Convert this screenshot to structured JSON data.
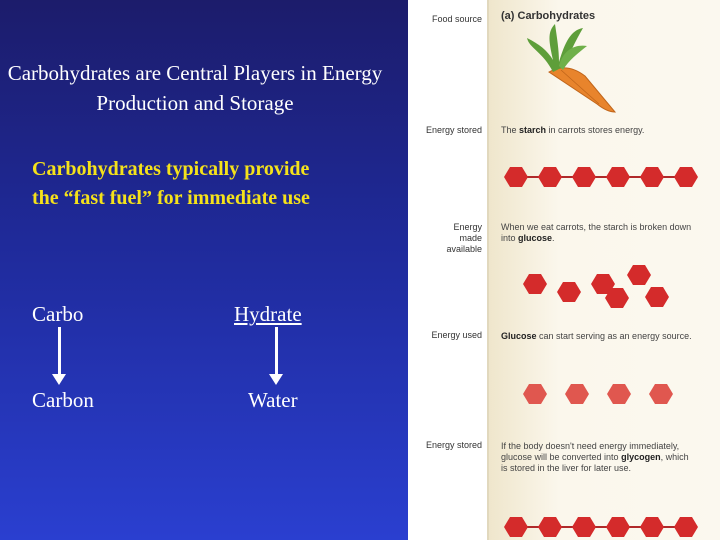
{
  "slide": {
    "title": "Carbohydrates are Central Players in Energy Production and Storage",
    "subtitle": "Carbohydrates typically provide the “fast fuel” for immediate use",
    "word_carbo": "Carbo",
    "word_hydrate": "Hydrate",
    "word_carbon": "Carbon",
    "word_water": "Water"
  },
  "figure": {
    "food_source_label": "Food source",
    "heading": "(a) Carbohydrates",
    "stages": [
      {
        "label": "Energy stored",
        "desc_pre": "The ",
        "desc_bold": "starch",
        "desc_post": " in carrots stores energy.",
        "desc_bold2": "",
        "desc_post2": ""
      },
      {
        "label": "Energy made available",
        "desc_pre": "When we eat carrots, the starch is broken down into ",
        "desc_bold": "glucose",
        "desc_post": ".",
        "desc_bold2": "",
        "desc_post2": ""
      },
      {
        "label": "Energy used",
        "desc_pre": "",
        "desc_bold": "Glucose",
        "desc_post": " can start serving as an energy source.",
        "desc_bold2": "",
        "desc_post2": ""
      },
      {
        "label": "Energy stored",
        "desc_pre": "If the body doesn't need energy immediately, glucose will be converted into ",
        "desc_bold": "glycogen",
        "desc_post": ", which is stored in the liver for later use.",
        "desc_bold2": "",
        "desc_post2": ""
      }
    ],
    "colors": {
      "hexagon": "#d42b2b",
      "hexagon_light": "#e0574f",
      "link": "#c0392b"
    }
  }
}
